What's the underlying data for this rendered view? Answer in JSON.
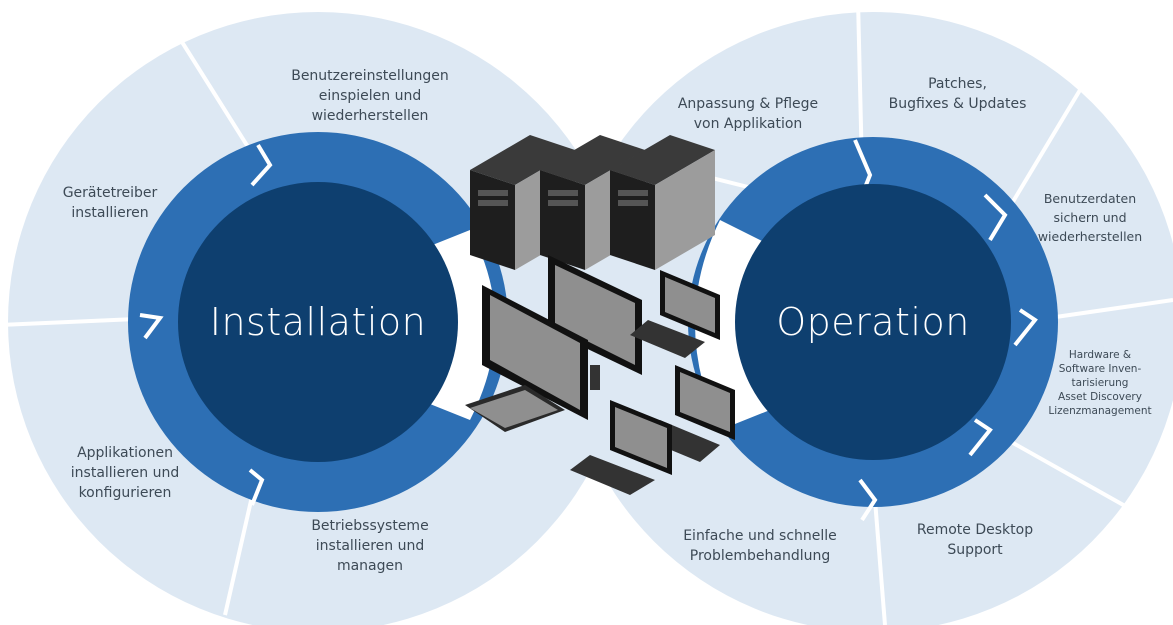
{
  "colors": {
    "outer_ring": "#dde8f3",
    "middle_ring": "#2d6fb4",
    "center": "#0e3f6f",
    "separator": "#ffffff",
    "label_text": "#3d4a56",
    "center_text": "#ffffff"
  },
  "installation": {
    "title": "Installation",
    "segments": [
      {
        "label": "Benutzereinstellungen\neinspielen und\nwiederherstellen"
      },
      {
        "label": "Gerätetreiber\ninstallieren"
      },
      {
        "label": "Applikationen\ninstallieren und\nkonfigurieren"
      },
      {
        "label": "Betriebssysteme\ninstallieren und\nmanagen"
      }
    ]
  },
  "operation": {
    "title": "Operation",
    "segments": [
      {
        "label": "Anpassung & Pflege\nvon Applikation"
      },
      {
        "label": "Patches,\nBugfixes & Updates"
      },
      {
        "label": "Benutzerdaten\nsichern und\nwiederherstellen"
      },
      {
        "label": "Hardware &\nSoftware Inven-\ntarisierung\nAsset Discovery\nLizenzmanagement"
      },
      {
        "label": "Remote Desktop\nSupport"
      },
      {
        "label": "Einfache und schnelle\nProblembehandlung"
      }
    ]
  },
  "devices": {
    "servers": [
      "server-tower-1",
      "server-tower-2",
      "server-tower-3"
    ],
    "desktops": [
      "all-in-one-monitor",
      "desktop-monitor"
    ],
    "laptops": [
      "laptop-1",
      "laptop-2",
      "laptop-3"
    ]
  }
}
